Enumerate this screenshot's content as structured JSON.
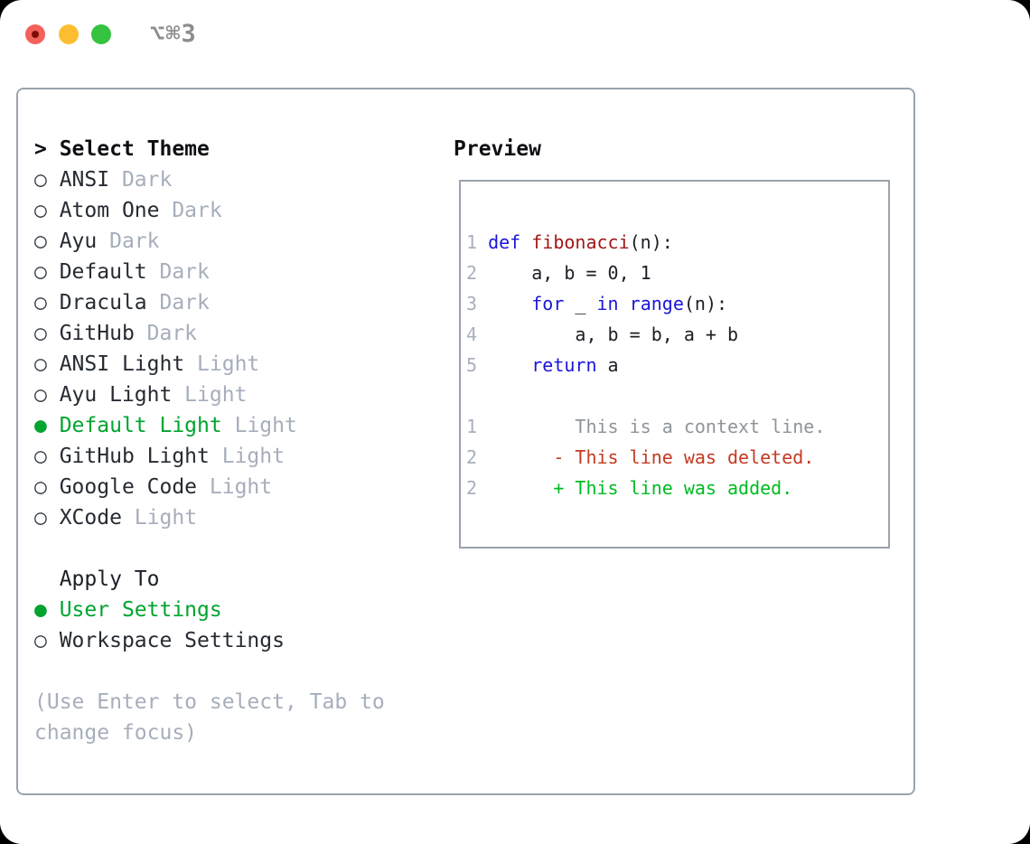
{
  "window": {
    "title": "⌥⌘3"
  },
  "titlebar": {
    "buttons": [
      {
        "name": "close",
        "color": "#f4615a"
      },
      {
        "name": "minimize",
        "color": "#fcbe30"
      },
      {
        "name": "zoom",
        "color": "#35c23f"
      }
    ]
  },
  "theme_picker": {
    "cursor": ">",
    "header": "Select Theme",
    "marker_unselected": "○",
    "marker_selected": "●",
    "items": [
      {
        "name": "ANSI",
        "variant": "Dark",
        "selected": false
      },
      {
        "name": "Atom One",
        "variant": "Dark",
        "selected": false
      },
      {
        "name": "Ayu",
        "variant": "Dark",
        "selected": false
      },
      {
        "name": "Default",
        "variant": "Dark",
        "selected": false
      },
      {
        "name": "Dracula",
        "variant": "Dark",
        "selected": false
      },
      {
        "name": "GitHub",
        "variant": "Dark",
        "selected": false
      },
      {
        "name": "ANSI Light",
        "variant": "Light",
        "selected": false
      },
      {
        "name": "Ayu Light",
        "variant": "Light",
        "selected": false
      },
      {
        "name": "Default Light",
        "variant": "Light",
        "selected": true
      },
      {
        "name": "GitHub Light",
        "variant": "Light",
        "selected": false
      },
      {
        "name": "Google Code",
        "variant": "Light",
        "selected": false
      },
      {
        "name": "XCode",
        "variant": "Light",
        "selected": false
      }
    ]
  },
  "apply_to": {
    "header": "Apply To",
    "options": [
      {
        "label": "User Settings",
        "selected": true
      },
      {
        "label": "Workspace Settings",
        "selected": false
      }
    ]
  },
  "help": {
    "lines": [
      "(Use Enter to select, Tab to",
      "change focus)"
    ]
  },
  "preview": {
    "header": "Preview",
    "lines": [
      {
        "num": "1",
        "segments": [
          {
            "text": "def",
            "style": "keyword"
          },
          {
            "text": " ",
            "style": "plain"
          },
          {
            "text": "fibonacci",
            "style": "function"
          },
          {
            "text": "(n):",
            "style": "plain"
          }
        ]
      },
      {
        "num": "2",
        "segments": [
          {
            "text": "    a, b = 0, 1",
            "style": "plain"
          }
        ]
      },
      {
        "num": "3",
        "segments": [
          {
            "text": "    ",
            "style": "plain"
          },
          {
            "text": "for",
            "style": "keyword"
          },
          {
            "text": " _ ",
            "style": "plain"
          },
          {
            "text": "in",
            "style": "keyword"
          },
          {
            "text": " ",
            "style": "plain"
          },
          {
            "text": "range",
            "style": "keyword"
          },
          {
            "text": "(n):",
            "style": "plain"
          }
        ]
      },
      {
        "num": "4",
        "segments": [
          {
            "text": "        a, b = b, a + b",
            "style": "plain"
          }
        ]
      },
      {
        "num": "5",
        "segments": [
          {
            "text": "    ",
            "style": "plain"
          },
          {
            "text": "return",
            "style": "keyword"
          },
          {
            "text": " a",
            "style": "plain"
          }
        ]
      },
      {
        "num": "",
        "segments": []
      },
      {
        "num": "1",
        "segments": [
          {
            "text": "        This is a context line.",
            "style": "context"
          }
        ]
      },
      {
        "num": "2",
        "segments": [
          {
            "text": "      - This line was deleted.",
            "style": "deleted"
          }
        ]
      },
      {
        "num": "2",
        "segments": [
          {
            "text": "      + This line was added.",
            "style": "added"
          }
        ]
      }
    ]
  },
  "colors": {
    "selection_green": "#00a42e",
    "added_green": "#00bb22",
    "deleted_red": "#c33b21",
    "keyword_blue": "#1a16d8",
    "function_darkred": "#a21717",
    "muted_gray": "#a6aebb",
    "context_gray": "#8f949a",
    "line_number_gray": "#a8b0bc",
    "text_dark": "#22262d",
    "border_gray": "#9aa3ae",
    "title_gray": "#8d8d8d"
  }
}
